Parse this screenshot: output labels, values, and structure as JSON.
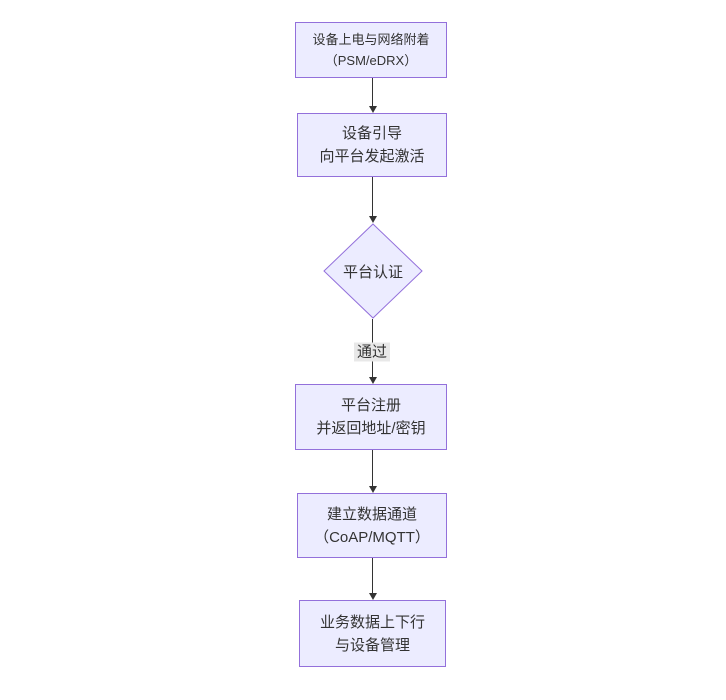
{
  "diagram": {
    "type": "flowchart",
    "direction": "top-down",
    "nodes": [
      {
        "id": "power-attach",
        "shape": "rect",
        "lines": [
          "设备上电与网络附着",
          "（PSM/eDRX）"
        ]
      },
      {
        "id": "bootstrap",
        "shape": "rect",
        "lines": [
          "设备引导",
          "向平台发起激活"
        ]
      },
      {
        "id": "platform-auth",
        "shape": "diamond",
        "lines": [
          "平台认证"
        ]
      },
      {
        "id": "platform-register",
        "shape": "rect",
        "lines": [
          "平台注册",
          "并返回地址/密钥"
        ]
      },
      {
        "id": "data-channel",
        "shape": "rect",
        "lines": [
          "建立数据通道",
          "（CoAP/MQTT）"
        ]
      },
      {
        "id": "business-data",
        "shape": "rect",
        "lines": [
          "业务数据上下行",
          "与设备管理"
        ]
      }
    ],
    "edges": [
      {
        "from": "power-attach",
        "to": "bootstrap",
        "label": ""
      },
      {
        "from": "bootstrap",
        "to": "platform-auth",
        "label": ""
      },
      {
        "from": "platform-auth",
        "to": "platform-register",
        "label": "通过"
      },
      {
        "from": "platform-register",
        "to": "data-channel",
        "label": ""
      },
      {
        "from": "data-channel",
        "to": "business-data",
        "label": ""
      }
    ],
    "colors": {
      "node_fill": "#ECECFF",
      "node_border": "#9370DB",
      "arrow_line": "#333333",
      "text": "#333333",
      "edge_label_bg": "#e8e8e8",
      "background": "#ffffff"
    }
  }
}
